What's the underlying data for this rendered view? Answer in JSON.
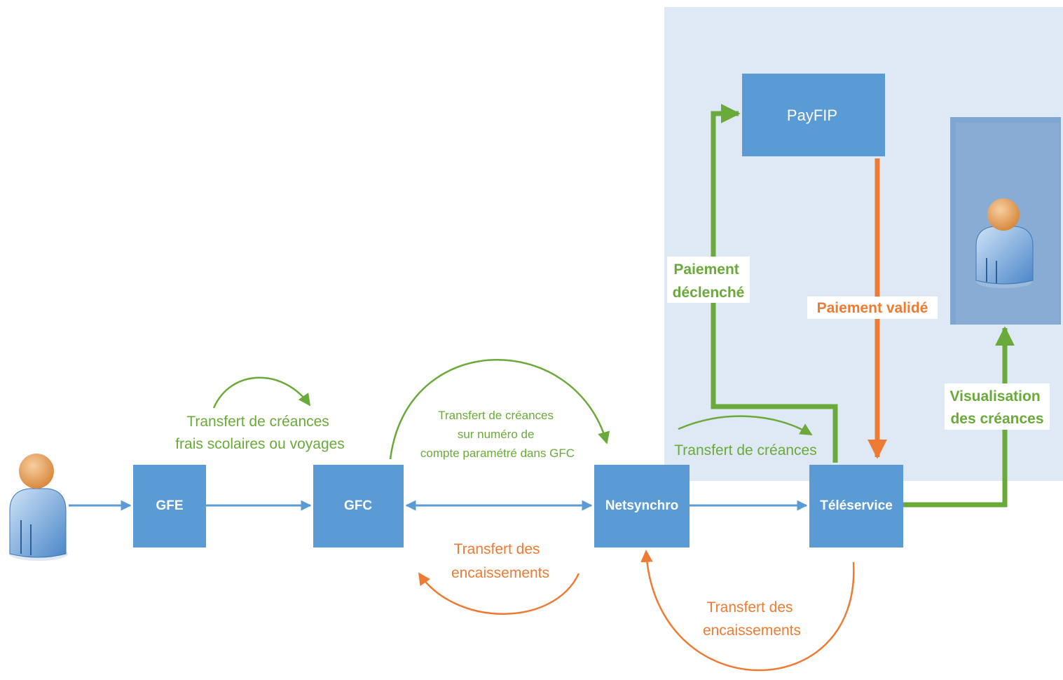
{
  "nodes": {
    "gfe": "GFE",
    "gfc": "GFC",
    "netsynchro": "Netsynchro",
    "teleservice": "Téléservice",
    "payfip": "PayFIP"
  },
  "labels": {
    "gfe_gfc_transfer": [
      "Transfert de créances",
      "frais scolaires ou voyages"
    ],
    "gfc_netsynchro_transfer": [
      "Transfert de créances",
      "sur numéro de",
      "compte paramétré dans GFC"
    ],
    "netsynchro_gfc_encaissements": [
      "Transfert des",
      "encaissements"
    ],
    "netsynchro_teleservice_transfer": "Transfert de créances",
    "teleservice_netsynchro_encaissements": [
      "Transfert des",
      "encaissements"
    ],
    "paiement_declenche": [
      "Paiement",
      "déclenché"
    ],
    "paiement_valide": "Paiement validé",
    "visualisation": [
      "Visualisation",
      "des créances"
    ]
  },
  "colors": {
    "box": "#5b9bd5",
    "panel": "#dfe8f5",
    "user_panel": "#7fa6d0",
    "blue_arrow": "#5b9bd5",
    "green": "#6aaa3a",
    "orange": "#ee7b33"
  }
}
